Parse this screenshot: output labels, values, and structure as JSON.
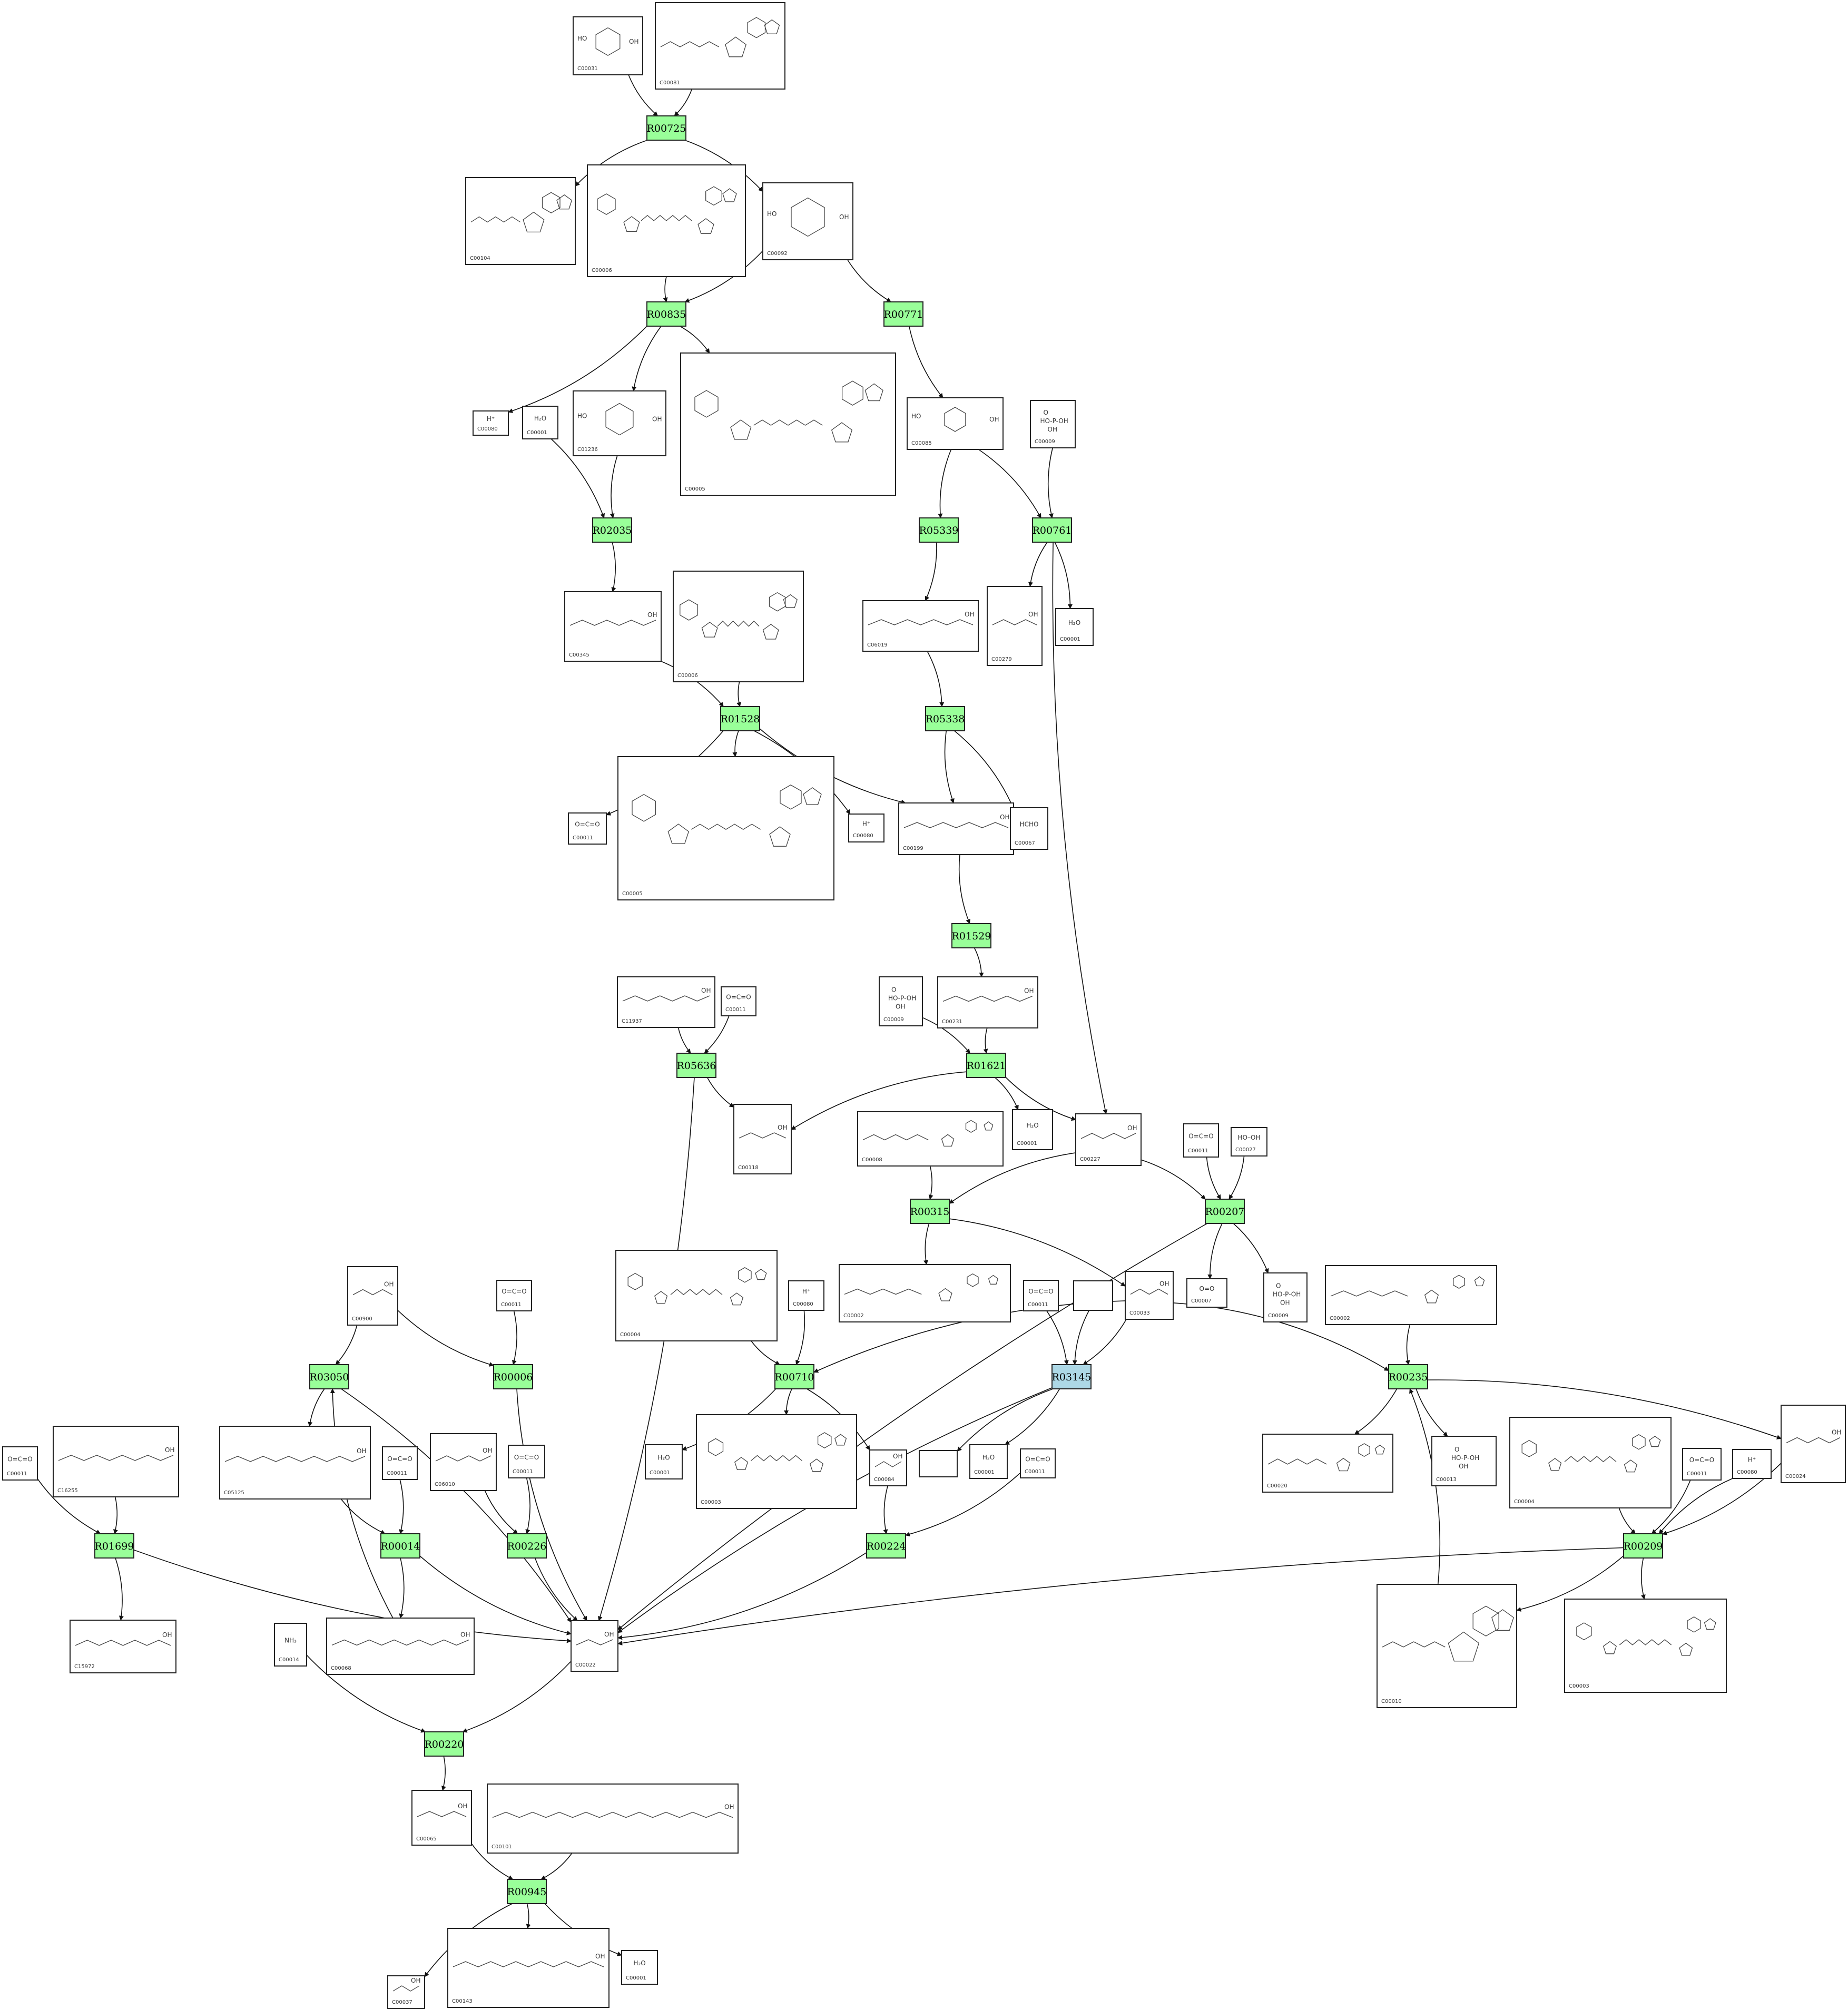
{
  "reaction_style": {
    "default_fill": "#99ff99",
    "highlight_fill": "#add8e6"
  },
  "reactions": [
    {
      "id": "R00725",
      "label": "R00725"
    },
    {
      "id": "R00835",
      "label": "R00835"
    },
    {
      "id": "R00771",
      "label": "R00771"
    },
    {
      "id": "R02035",
      "label": "R02035"
    },
    {
      "id": "R05339",
      "label": "R05339"
    },
    {
      "id": "R00761",
      "label": "R00761"
    },
    {
      "id": "R01528",
      "label": "R01528"
    },
    {
      "id": "R05338",
      "label": "R05338"
    },
    {
      "id": "R01529",
      "label": "R01529"
    },
    {
      "id": "R05636",
      "label": "R05636"
    },
    {
      "id": "R01621",
      "label": "R01621"
    },
    {
      "id": "R00315",
      "label": "R00315"
    },
    {
      "id": "R00207",
      "label": "R00207"
    },
    {
      "id": "R03050",
      "label": "R03050"
    },
    {
      "id": "R00006",
      "label": "R00006"
    },
    {
      "id": "R00710",
      "label": "R00710"
    },
    {
      "id": "R03145",
      "label": "R03145",
      "highlight": true
    },
    {
      "id": "R00235",
      "label": "R00235"
    },
    {
      "id": "R01699",
      "label": "R01699"
    },
    {
      "id": "R00014",
      "label": "R00014"
    },
    {
      "id": "R00226",
      "label": "R00226"
    },
    {
      "id": "R00224",
      "label": "R00224"
    },
    {
      "id": "R00209",
      "label": "R00209"
    },
    {
      "id": "R00220",
      "label": "R00220"
    },
    {
      "id": "R00945",
      "label": "R00945"
    }
  ],
  "compounds": [
    {
      "id": "c_C00031",
      "label": "C00031",
      "mol": "ring"
    },
    {
      "id": "c_C00081",
      "label": "C00081",
      "mol": "nucleotide"
    },
    {
      "id": "c_C00104",
      "label": "C00104",
      "mol": "nucleotide"
    },
    {
      "id": "c_C00006_a",
      "label": "C00006",
      "mol": "dinucleotide"
    },
    {
      "id": "c_C00092",
      "label": "C00092",
      "mol": "ring"
    },
    {
      "id": "c_C00080_a",
      "label": "C00080",
      "mol": "formula",
      "formula": "H⁺"
    },
    {
      "id": "c_C00001_a",
      "label": "C00001",
      "mol": "formula",
      "formula": "H₂O"
    },
    {
      "id": "c_C01236",
      "label": "C01236",
      "mol": "ring"
    },
    {
      "id": "c_C00005_a",
      "label": "C00005",
      "mol": "dinucleotide"
    },
    {
      "id": "c_C00085",
      "label": "C00085",
      "mol": "ring"
    },
    {
      "id": "c_C00009_a",
      "label": "C00009",
      "mol": "phosphate"
    },
    {
      "id": "c_C00345",
      "label": "C00345",
      "mol": "chain"
    },
    {
      "id": "c_C00006_b",
      "label": "C00006",
      "mol": "dinucleotide"
    },
    {
      "id": "c_C06019",
      "label": "C06019",
      "mol": "chain"
    },
    {
      "id": "c_C00279",
      "label": "C00279",
      "mol": "chain"
    },
    {
      "id": "c_C00001_b",
      "label": "C00001",
      "mol": "formula",
      "formula": "H₂O"
    },
    {
      "id": "c_C00011_a",
      "label": "C00011",
      "mol": "formula",
      "formula": "O=C=O"
    },
    {
      "id": "c_C00005_b",
      "label": "C00005",
      "mol": "dinucleotide"
    },
    {
      "id": "c_C00080_b",
      "label": "C00080",
      "mol": "formula",
      "formula": "H⁺"
    },
    {
      "id": "c_C00199",
      "label": "C00199",
      "mol": "chain"
    },
    {
      "id": "c_C00067",
      "label": "C00067",
      "mol": "formula",
      "formula": "HCHO"
    },
    {
      "id": "c_C11937",
      "label": "C11937",
      "mol": "chain"
    },
    {
      "id": "c_C00011_b",
      "label": "C00011",
      "mol": "formula",
      "formula": "O=C=O"
    },
    {
      "id": "c_C00009_b",
      "label": "C00009",
      "mol": "phosphate"
    },
    {
      "id": "c_C00231",
      "label": "C00231",
      "mol": "chain"
    },
    {
      "id": "c_C00118",
      "label": "C00118",
      "mol": "chain"
    },
    {
      "id": "c_C00001_c",
      "label": "C00001",
      "mol": "formula",
      "formula": "H₂O"
    },
    {
      "id": "c_C00008",
      "label": "C00008",
      "mol": "nucleotide"
    },
    {
      "id": "c_C00227",
      "label": "C00227",
      "mol": "chain"
    },
    {
      "id": "c_C00011_c",
      "label": "C00011",
      "mol": "formula",
      "formula": "O=C=O"
    },
    {
      "id": "c_C00027",
      "label": "C00027",
      "mol": "formula",
      "formula": "HO–OH"
    },
    {
      "id": "c_C00002_a",
      "label": "C00002",
      "mol": "nucleotide"
    },
    {
      "id": "c_C00033",
      "label": "C00033",
      "mol": "chain"
    },
    {
      "id": "c_C00007",
      "label": "C00007",
      "mol": "formula",
      "formula": "O=O"
    },
    {
      "id": "c_C00009_c",
      "label": "C00009",
      "mol": "phosphate"
    },
    {
      "id": "c_C00002_b",
      "label": "C00002",
      "mol": "nucleotide"
    },
    {
      "id": "c_C00900",
      "label": "C00900",
      "mol": "chain"
    },
    {
      "id": "c_C00011_d",
      "label": "C00011",
      "mol": "formula",
      "formula": "O=C=O"
    },
    {
      "id": "c_C00004_a",
      "label": "C00004",
      "mol": "dinucleotide"
    },
    {
      "id": "c_C00080_c",
      "label": "C00080",
      "mol": "formula",
      "formula": "H⁺"
    },
    {
      "id": "c_C00011_e",
      "label": "C00011",
      "mol": "formula",
      "formula": "O=C=O"
    },
    {
      "id": "c_blank_a",
      "label": "",
      "mol": "none"
    },
    {
      "id": "c_C00011_f",
      "label": "C00011",
      "mol": "formula",
      "formula": "O=C=O"
    },
    {
      "id": "c_C16255",
      "label": "C16255",
      "mol": "chain"
    },
    {
      "id": "c_C05125",
      "label": "C05125",
      "mol": "chain"
    },
    {
      "id": "c_C00011_g",
      "label": "C00011",
      "mol": "formula",
      "formula": "O=C=O"
    },
    {
      "id": "c_C06010",
      "label": "C06010",
      "mol": "chain"
    },
    {
      "id": "c_C00011_h",
      "label": "C00011",
      "mol": "formula",
      "formula": "O=C=O"
    },
    {
      "id": "c_C00001_d",
      "label": "C00001",
      "mol": "formula",
      "formula": "H₂O"
    },
    {
      "id": "c_C00003_a",
      "label": "C00003",
      "mol": "dinucleotide"
    },
    {
      "id": "c_C00084",
      "label": "C00084",
      "mol": "chain"
    },
    {
      "id": "c_blank_b",
      "label": "",
      "mol": "none"
    },
    {
      "id": "c_C00001_e",
      "label": "C00001",
      "mol": "formula",
      "formula": "H₂O"
    },
    {
      "id": "c_C00011_i",
      "label": "C00011",
      "mol": "formula",
      "formula": "O=C=O"
    },
    {
      "id": "c_C00020",
      "label": "C00020",
      "mol": "nucleotide"
    },
    {
      "id": "c_C00013",
      "label": "C00013",
      "mol": "phosphate"
    },
    {
      "id": "c_C00004_b",
      "label": "C00004",
      "mol": "dinucleotide"
    },
    {
      "id": "c_C00011_j",
      "label": "C00011",
      "mol": "formula",
      "formula": "O=C=O"
    },
    {
      "id": "c_C00080_d",
      "label": "C00080",
      "mol": "formula",
      "formula": "H⁺"
    },
    {
      "id": "c_C00024",
      "label": "C00024",
      "mol": "chain"
    },
    {
      "id": "c_C15972",
      "label": "C15972",
      "mol": "chain"
    },
    {
      "id": "c_C00014",
      "label": "C00014",
      "mol": "formula",
      "formula": "NH₃"
    },
    {
      "id": "c_C00068",
      "label": "C00068",
      "mol": "chain"
    },
    {
      "id": "c_C00022",
      "label": "C00022",
      "mol": "chain"
    },
    {
      "id": "c_C00010",
      "label": "C00010",
      "mol": "nucleotide"
    },
    {
      "id": "c_C00003_b",
      "label": "C00003",
      "mol": "dinucleotide"
    },
    {
      "id": "c_C00065",
      "label": "C00065",
      "mol": "chain"
    },
    {
      "id": "c_C00101",
      "label": "C00101",
      "mol": "chain"
    },
    {
      "id": "c_C00037",
      "label": "C00037",
      "mol": "chain"
    },
    {
      "id": "c_C00143",
      "label": "C00143",
      "mol": "chain"
    },
    {
      "id": "c_C00001_f",
      "label": "C00001",
      "mol": "formula",
      "formula": "H₂O"
    }
  ],
  "edges": [
    [
      "c_C00031",
      "R00725"
    ],
    [
      "c_C00081",
      "R00725"
    ],
    [
      "R00725",
      "c_C00104"
    ],
    [
      "R00725",
      "c_C00092"
    ],
    [
      "c_C00006_a",
      "R00835"
    ],
    [
      "c_C00092",
      "R00835"
    ],
    [
      "c_C00092",
      "R00771"
    ],
    [
      "R00835",
      "c_C00080_a"
    ],
    [
      "R00835",
      "c_C01236"
    ],
    [
      "R00835",
      "c_C00005_a"
    ],
    [
      "R00771",
      "c_C00085"
    ],
    [
      "c_C00001_a",
      "R02035"
    ],
    [
      "c_C01236",
      "R02035"
    ],
    [
      "R02035",
      "c_C00345"
    ],
    [
      "c_C00085",
      "R05339"
    ],
    [
      "c_C00085",
      "R00761"
    ],
    [
      "c_C00009_a",
      "R00761"
    ],
    [
      "R05339",
      "c_C06019"
    ],
    [
      "R00761",
      "c_C00279"
    ],
    [
      "R00761",
      "c_C00001_b"
    ],
    [
      "R00761",
      "c_C00227"
    ],
    [
      "c_C00345",
      "R01528"
    ],
    [
      "c_C00006_b",
      "R01528"
    ],
    [
      "R01528",
      "c_C00011_a"
    ],
    [
      "R01528",
      "c_C00005_b"
    ],
    [
      "R01528",
      "c_C00080_b"
    ],
    [
      "R01528",
      "c_C00199"
    ],
    [
      "c_C06019",
      "R05338"
    ],
    [
      "R05338",
      "c_C00199"
    ],
    [
      "R05338",
      "c_C00067"
    ],
    [
      "c_C00199",
      "R01529"
    ],
    [
      "R01529",
      "c_C00231"
    ],
    [
      "c_C11937",
      "R05636"
    ],
    [
      "c_C00011_b",
      "R05636"
    ],
    [
      "c_C00231",
      "R01621"
    ],
    [
      "c_C00009_b",
      "R01621"
    ],
    [
      "R05636",
      "c_C00118"
    ],
    [
      "R05636",
      "c_C00022"
    ],
    [
      "R01621",
      "c_C00118"
    ],
    [
      "R01621",
      "c_C00001_c"
    ],
    [
      "R01621",
      "c_C00227"
    ],
    [
      "c_C00008",
      "R00315"
    ],
    [
      "c_C00227",
      "R00315"
    ],
    [
      "c_C00227",
      "R00207"
    ],
    [
      "c_C00011_c",
      "R00207"
    ],
    [
      "c_C00027",
      "R00207"
    ],
    [
      "R00315",
      "c_C00002_a"
    ],
    [
      "R00315",
      "c_C00033"
    ],
    [
      "R00207",
      "c_C00007"
    ],
    [
      "R00207",
      "c_C00009_c"
    ],
    [
      "R00207",
      "c_C00022"
    ],
    [
      "c_C00900",
      "R03050"
    ],
    [
      "c_C00900",
      "R00006"
    ],
    [
      "c_C00011_d",
      "R00006"
    ],
    [
      "c_C00004_a",
      "R00710"
    ],
    [
      "c_C00080_c",
      "R00710"
    ],
    [
      "c_C00033",
      "R00710"
    ],
    [
      "c_C00011_e",
      "R03145"
    ],
    [
      "c_blank_a",
      "R03145"
    ],
    [
      "c_C00033",
      "R03145"
    ],
    [
      "c_C00002_b",
      "R00235"
    ],
    [
      "c_C00033",
      "R00235"
    ],
    [
      "R03050",
      "c_C05125"
    ],
    [
      "R03050",
      "c_C00022"
    ],
    [
      "R00006",
      "c_C00022"
    ],
    [
      "R00710",
      "c_C00001_d"
    ],
    [
      "R00710",
      "c_C00003_a"
    ],
    [
      "R00710",
      "c_C00084"
    ],
    [
      "R03145",
      "c_blank_b"
    ],
    [
      "R03145",
      "c_C00001_e"
    ],
    [
      "R03145",
      "c_C00022"
    ],
    [
      "R00235",
      "c_C00020"
    ],
    [
      "R00235",
      "c_C00013"
    ],
    [
      "R00235",
      "c_C00024"
    ],
    [
      "c_C00011_f",
      "R01699"
    ],
    [
      "c_C16255",
      "R01699"
    ],
    [
      "c_C05125",
      "R00014"
    ],
    [
      "c_C00011_g",
      "R00014"
    ],
    [
      "c_C06010",
      "R00226"
    ],
    [
      "c_C00011_h",
      "R00226"
    ],
    [
      "c_C00084",
      "R00224"
    ],
    [
      "c_C00011_i",
      "R00224"
    ],
    [
      "c_C00004_b",
      "R00209"
    ],
    [
      "c_C00011_j",
      "R00209"
    ],
    [
      "c_C00080_d",
      "R00209"
    ],
    [
      "c_C00024",
      "R00209"
    ],
    [
      "c_C00010",
      "R00235"
    ],
    [
      "R01699",
      "c_C15972"
    ],
    [
      "R01699",
      "c_C00022"
    ],
    [
      "R00014",
      "c_C00068"
    ],
    [
      "R00014",
      "c_C00022"
    ],
    [
      "c_C00068",
      "R03050"
    ],
    [
      "R00226",
      "c_C00022"
    ],
    [
      "R00224",
      "c_C00022"
    ],
    [
      "R00209",
      "c_C00022"
    ],
    [
      "R00209",
      "c_C00010"
    ],
    [
      "R00209",
      "c_C00003_b"
    ],
    [
      "c_C00022",
      "R00220"
    ],
    [
      "c_C00014",
      "R00220"
    ],
    [
      "R00220",
      "c_C00065"
    ],
    [
      "c_C00065",
      "R00945"
    ],
    [
      "c_C00101",
      "R00945"
    ],
    [
      "R00945",
      "c_C00037"
    ],
    [
      "R00945",
      "c_C00143"
    ],
    [
      "R00945",
      "c_C00001_f"
    ]
  ]
}
